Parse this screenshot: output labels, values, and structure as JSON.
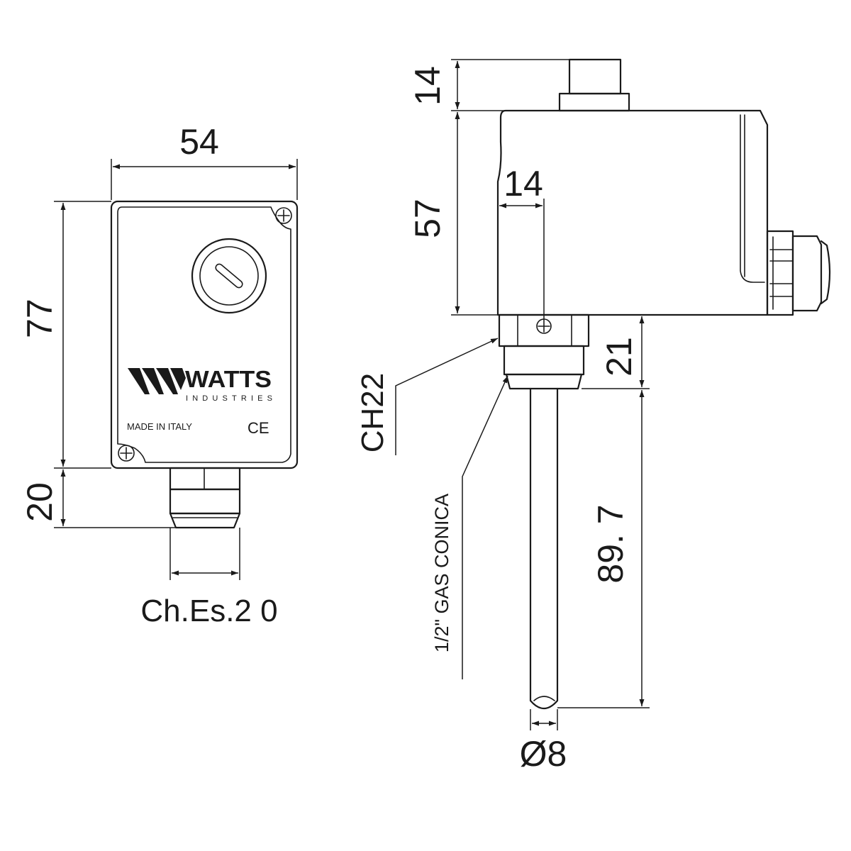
{
  "front_view": {
    "dim_width": "54",
    "dim_height": "77",
    "dim_gland": "20",
    "gland_label": "Ch.Es.2 0",
    "brand": "WATTS",
    "brand_sub": "INDUSTRIES",
    "made_in": "MADE IN ITALY",
    "ce_mark": "CE"
  },
  "side_view": {
    "dim_knob": "14",
    "dim_body": "57",
    "dim_offset": "14",
    "dim_fitting": "21",
    "dim_probe": "89. 7",
    "dim_diameter": "Ø8",
    "wrench_label": "CH22",
    "thread_label": "1/2\" GAS CONICA"
  }
}
